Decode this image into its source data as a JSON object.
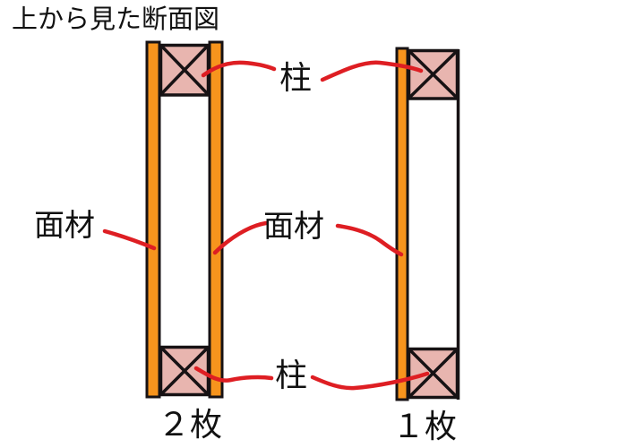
{
  "title": "上から見た断面図",
  "labels": {
    "pillar_top": "柱",
    "pillar_bottom": "柱",
    "sheathing_left": "面材",
    "sheathing_middle": "面材",
    "left_sheet_count": "２枚",
    "right_sheet_count": "１枚"
  },
  "diagram": {
    "left_structure": "double-sided sheathing wall section (2 sheets)",
    "right_structure": "single-sided sheathing wall section (1 sheet)"
  },
  "colors": {
    "sheathing_orange": "#F7941D",
    "pillar_pink": "#E8B5AF",
    "outline_black": "#171214",
    "annotation_red": "#DE1E23",
    "text_black": "#111111"
  }
}
